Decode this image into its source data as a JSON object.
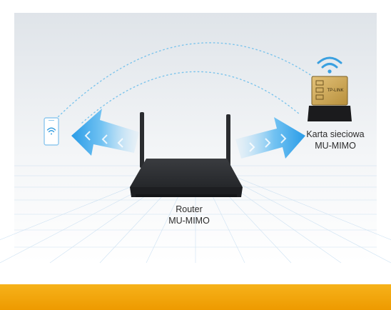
{
  "router": {
    "line1": "Router",
    "line2": "MU-MIMO"
  },
  "adapter": {
    "line1": "Karta sieciowa",
    "line2": "MU-MIMO",
    "brand_text": "TP-LINK"
  },
  "icons": {
    "wifi": "wifi-icon",
    "phone": "phone-icon",
    "arrow": "chevron-arrow-icon"
  },
  "colors": {
    "arrow_blue": "#2a9fe8",
    "wifi_blue": "#3aa0e0",
    "router_body": "#2b2d30",
    "adapter_gold": "#c9a24a",
    "bottom_band": "#f2a000",
    "bg_top": "#dfe4e9"
  }
}
